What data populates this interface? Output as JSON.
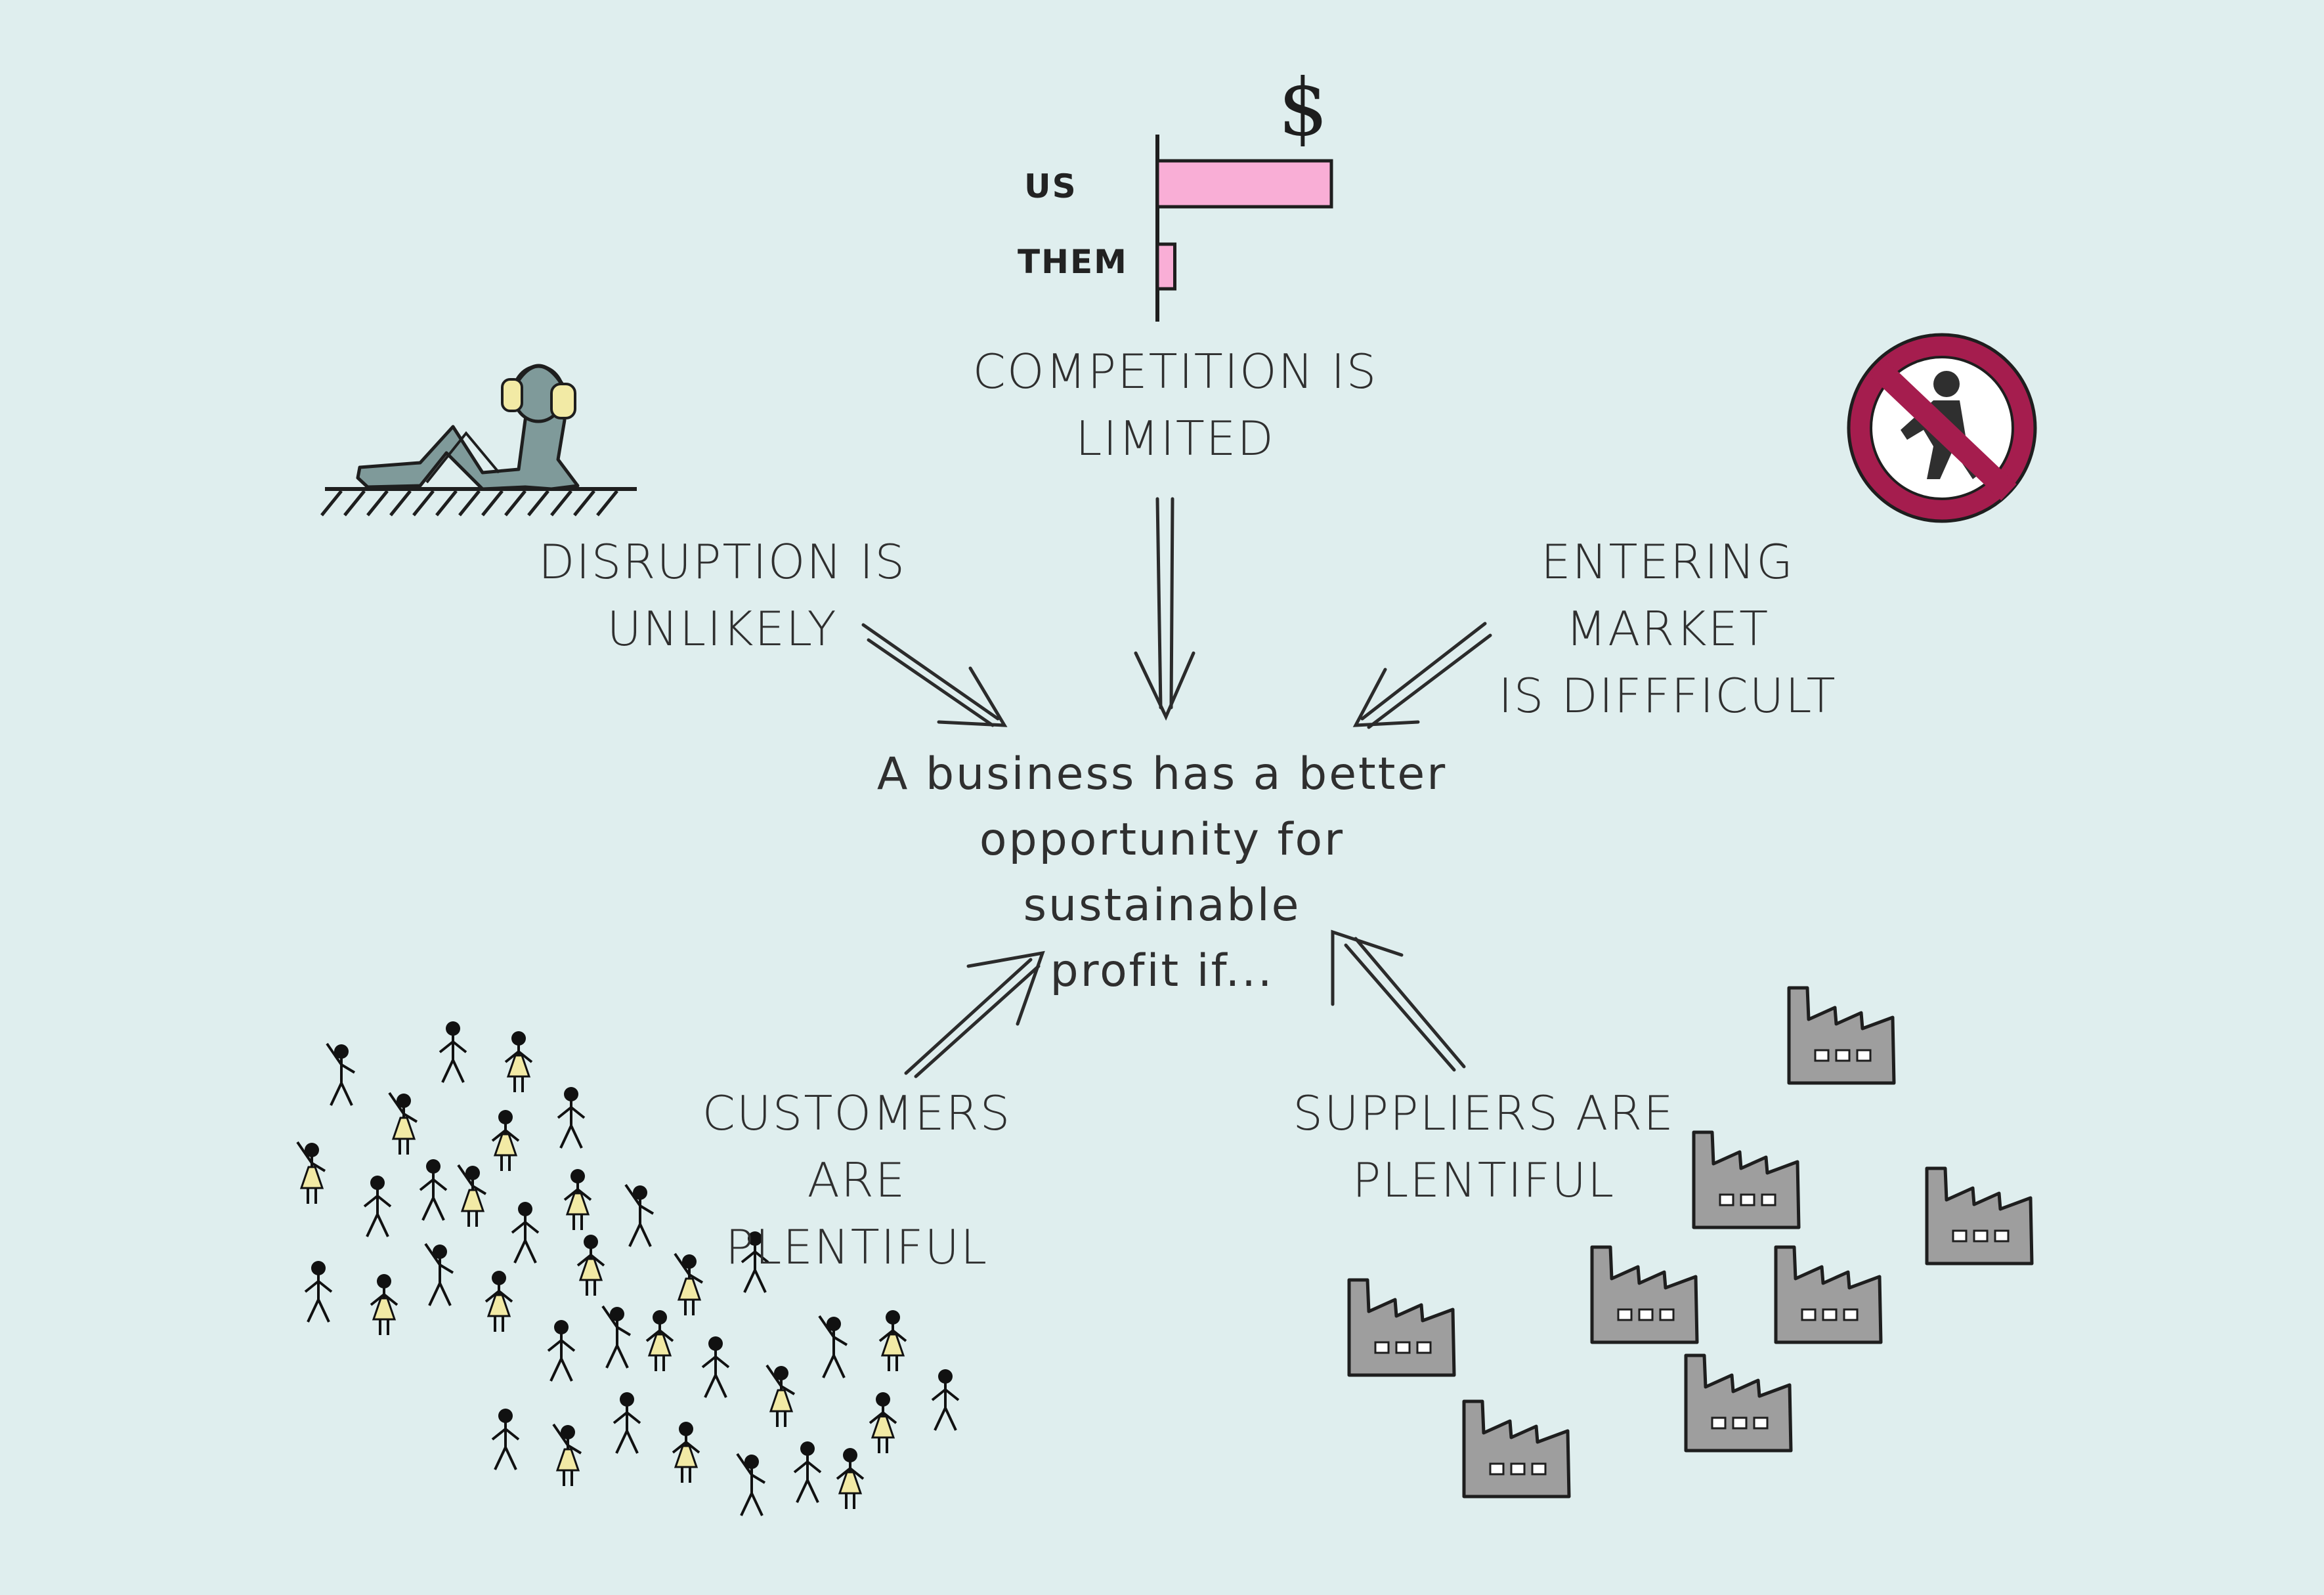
{
  "center": {
    "text": "A business has a better\nopportunity for sustainable\nprofit if..."
  },
  "factors": {
    "competition": "COMPETITION IS\nLIMITED",
    "disruption": "DISRUPTION IS\nUNLIKELY",
    "entering": "ENTERING MARKET\nIS DIFFFICULT",
    "customers": "CUSTOMERS ARE\nPLENTIFUL",
    "suppliers": "SUPPLIERS ARE\nPLENTIFUL"
  },
  "bar_chart": {
    "symbol": "$",
    "categories": [
      "US",
      "THEM"
    ],
    "values": [
      10,
      1
    ],
    "bar_color": "#f9aed6"
  },
  "colors": {
    "background": "#dfeeee",
    "no_entry_sign": "#a51d4e",
    "factory": "#9e9e9e",
    "figure_skirt": "#f2eaa5",
    "reclining_person": "#7f9a9a"
  },
  "icons": [
    "reclining-person-icon",
    "no-entry-sign-icon",
    "crowd-icon",
    "factory-icon"
  ]
}
